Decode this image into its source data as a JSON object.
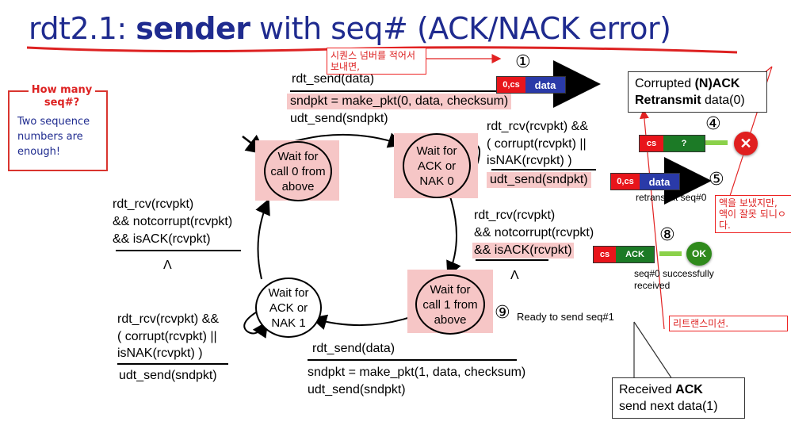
{
  "title": {
    "prefix": "rdt2.1: ",
    "bold": "sender",
    "suffix": " with seq# (ACK/NACK error)"
  },
  "sidebox": {
    "heading": "How many seq#?",
    "body": "Two sequence numbers are enough!"
  },
  "states": {
    "s0": "Wait for call 0 from above",
    "s1": "Wait for ACK or NAK 0",
    "s2": "Wait for call 1 from above",
    "s3": "Wait for ACK or NAK 1"
  },
  "transitions": {
    "t0_event": "rdt_send(data)",
    "t0_action1": "sndpkt = make_pkt(0, data, checksum)",
    "t0_action2": "udt_send(sndpkt)",
    "t1_event1": "rdt_rcv(rcvpkt) &&",
    "t1_event2": "( corrupt(rcvpkt) ||",
    "t1_event3": "isNAK(rcvpkt) )",
    "t1_action": "udt_send(sndpkt)",
    "t2_event1": "rdt_rcv(rcvpkt)",
    "t2_event2": "&& notcorrupt(rcvpkt)",
    "t2_event3": "&& isACK(rcvpkt)",
    "t2_action": "Λ",
    "t3_event": "rdt_send(data)",
    "t3_action1": "sndpkt = make_pkt(1, data, checksum)",
    "t3_action2": "udt_send(sndpkt)",
    "t4_event1": "rdt_rcv(rcvpkt) &&",
    "t4_event2": "( corrupt(rcvpkt) ||",
    "t4_event3": "isNAK(rcvpkt) )",
    "t4_action": "udt_send(sndpkt)",
    "t5_event1": "rdt_rcv(rcvpkt)",
    "t5_event2": "&& notcorrupt(rcvpkt)",
    "t5_event3": "&& isACK(rcvpkt)",
    "t5_action": "Λ"
  },
  "packets": {
    "pkt1_header": "0,cs",
    "pkt1_data": "data",
    "pkt_corrupt_header": "cs",
    "pkt_corrupt_data": "?",
    "pkt2_header": "0,cs",
    "pkt2_data": "data",
    "pkt_ack_header": "cs",
    "pkt_ack_data": "ACK"
  },
  "markers": {
    "m1": "①",
    "m4": "④",
    "m5": "⑤",
    "m8": "⑧",
    "m9": "⑨"
  },
  "annotations": {
    "retransmit_label": "retransmit seq#0",
    "seq0_received_1": "seq#0 successfully",
    "seq0_received_2": "received",
    "ready_seq1": "Ready to send seq#1",
    "ok_label": "OK",
    "x_label": "✕"
  },
  "infobox_corrupted": {
    "line1_pre": "Corrupted ",
    "line1_bold": "(N)ACK",
    "line2_bold": "Retransmit",
    "line2_post": " data(0)"
  },
  "infobox_received": {
    "line1_pre": "Received ",
    "line1_bold": "ACK",
    "line2": "send next data(1)"
  },
  "korean": {
    "note1": "시퀀스 넘버를 적어서 보내면,",
    "note2": "액을 보냈지만, 액이 잘못 되니ㅇ다.",
    "note3": "리트랜스미션."
  },
  "colors": {
    "title": "#1f2b8f",
    "highlight": "#f6c6c6",
    "pkt_red": "#e8151b",
    "pkt_blue": "#2a3aa8",
    "pkt_green": "#1c7a26",
    "arrow_purple": "#6a1bb0",
    "arrow_green": "#8bd14a",
    "red_annot": "#e22222"
  }
}
